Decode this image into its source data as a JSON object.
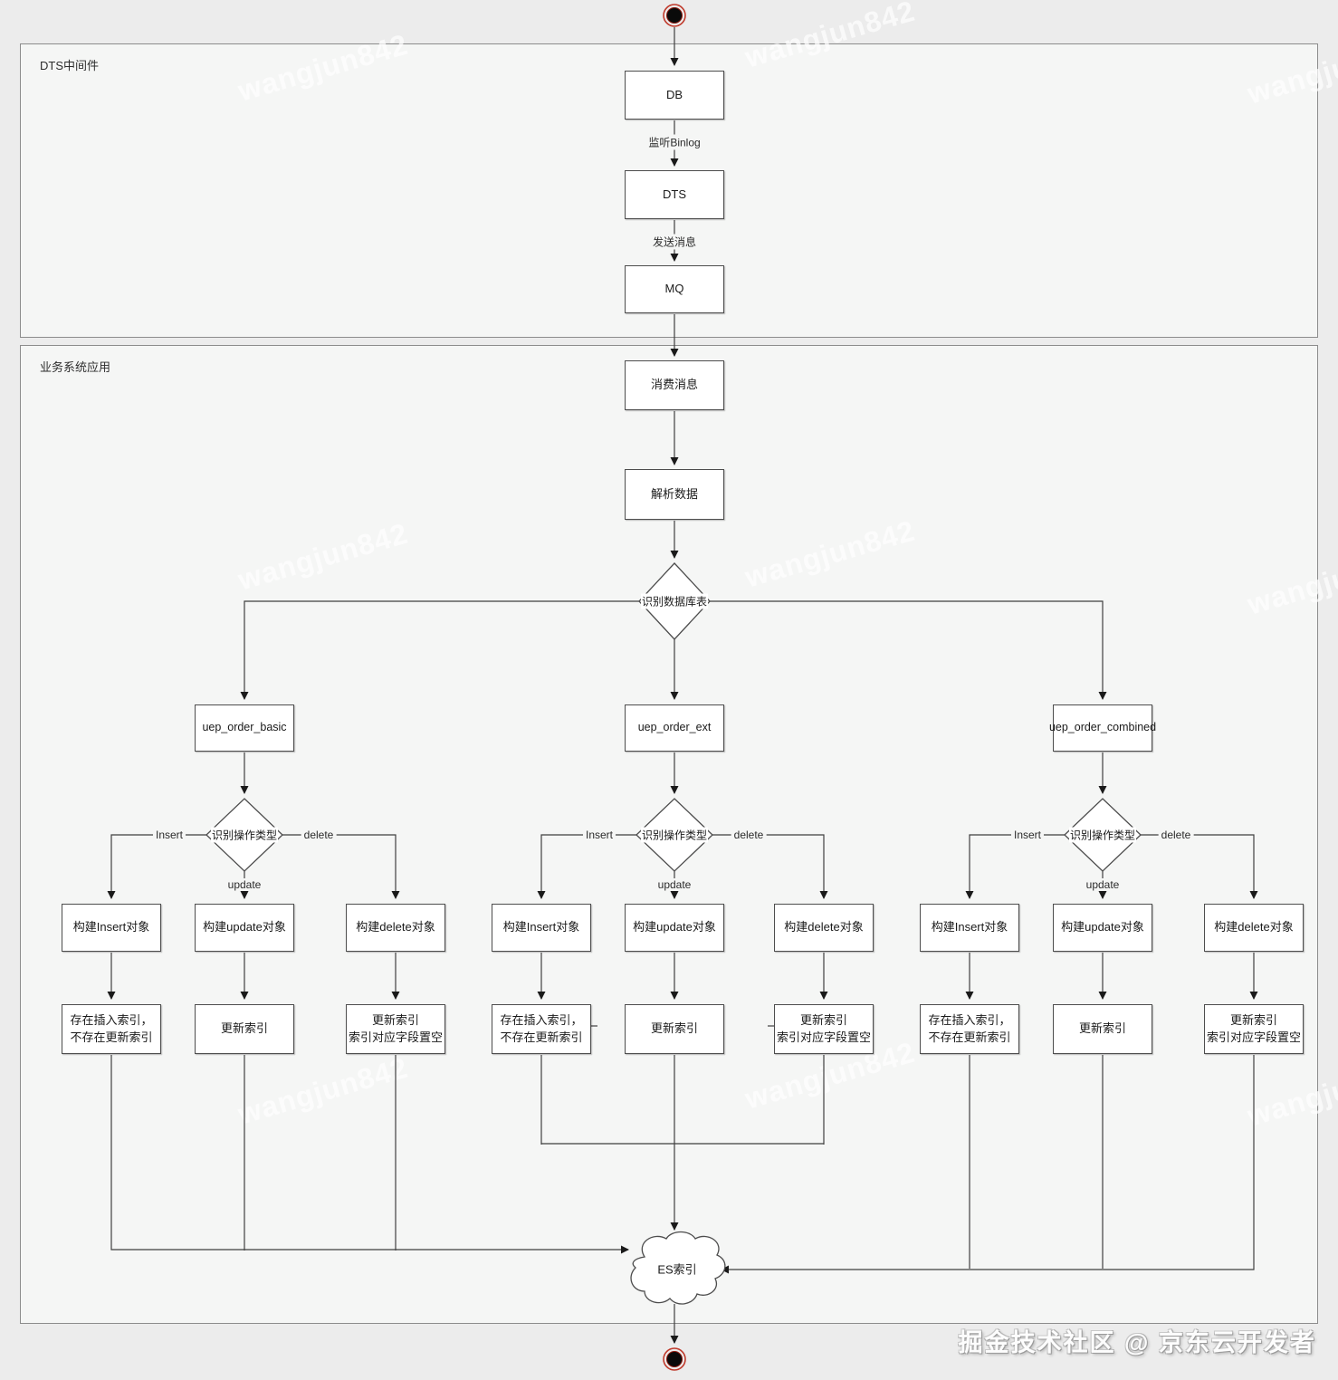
{
  "watermark": {
    "text": "wangjun842"
  },
  "footer": {
    "credit": "掘金技术社区 @ 京东云开发者"
  },
  "colors": {
    "terminal_ring": "#c0392b",
    "terminal_fill": "#0a0a0a",
    "line": "#3f3f3f",
    "node_border": "#4d4d4d",
    "node_fill": "#ffffff",
    "container_fill": "#f5f6f5"
  },
  "containers": {
    "dts": {
      "label": "DTS中间件"
    },
    "business": {
      "label": "业务系统应用"
    }
  },
  "flow": {
    "db": {
      "label": "DB"
    },
    "dts": {
      "label": "DTS"
    },
    "mq": {
      "label": "MQ"
    },
    "consume": {
      "label": "消费消息"
    },
    "parse": {
      "label": "解析数据"
    },
    "table_decision": {
      "label": "识别数据库表"
    },
    "es": {
      "label": "ES索引"
    }
  },
  "edges": {
    "listen_binlog": "监听Binlog",
    "send_message": "发送消息",
    "insert": "Insert",
    "update": "update",
    "delete": "delete"
  },
  "branches": [
    {
      "table": "uep_order_basic",
      "op_decision": "识别操作类型",
      "build_insert": "构建Insert对象",
      "build_update": "构建update对象",
      "build_delete": "构建delete对象",
      "insert_result": [
        "存在插入索引，",
        "不存在更新索引"
      ],
      "update_result": [
        "更新索引"
      ],
      "delete_result": [
        "更新索引",
        "索引对应字段置空"
      ]
    },
    {
      "table": "uep_order_ext",
      "op_decision": "识别操作类型",
      "build_insert": "构建Insert对象",
      "build_update": "构建update对象",
      "build_delete": "构建delete对象",
      "insert_result": [
        "存在插入索引，",
        "不存在更新索引"
      ],
      "update_result": [
        "更新索引"
      ],
      "delete_result": [
        "更新索引",
        "索引对应字段置空"
      ]
    },
    {
      "table": "uep_order_combined",
      "op_decision": "识别操作类型",
      "build_insert": "构建Insert对象",
      "build_update": "构建update对象",
      "build_delete": "构建delete对象",
      "insert_result": [
        "存在插入索引，",
        "不存在更新索引"
      ],
      "update_result": [
        "更新索引"
      ],
      "delete_result": [
        "更新索引",
        "索引对应字段置空"
      ]
    }
  ]
}
